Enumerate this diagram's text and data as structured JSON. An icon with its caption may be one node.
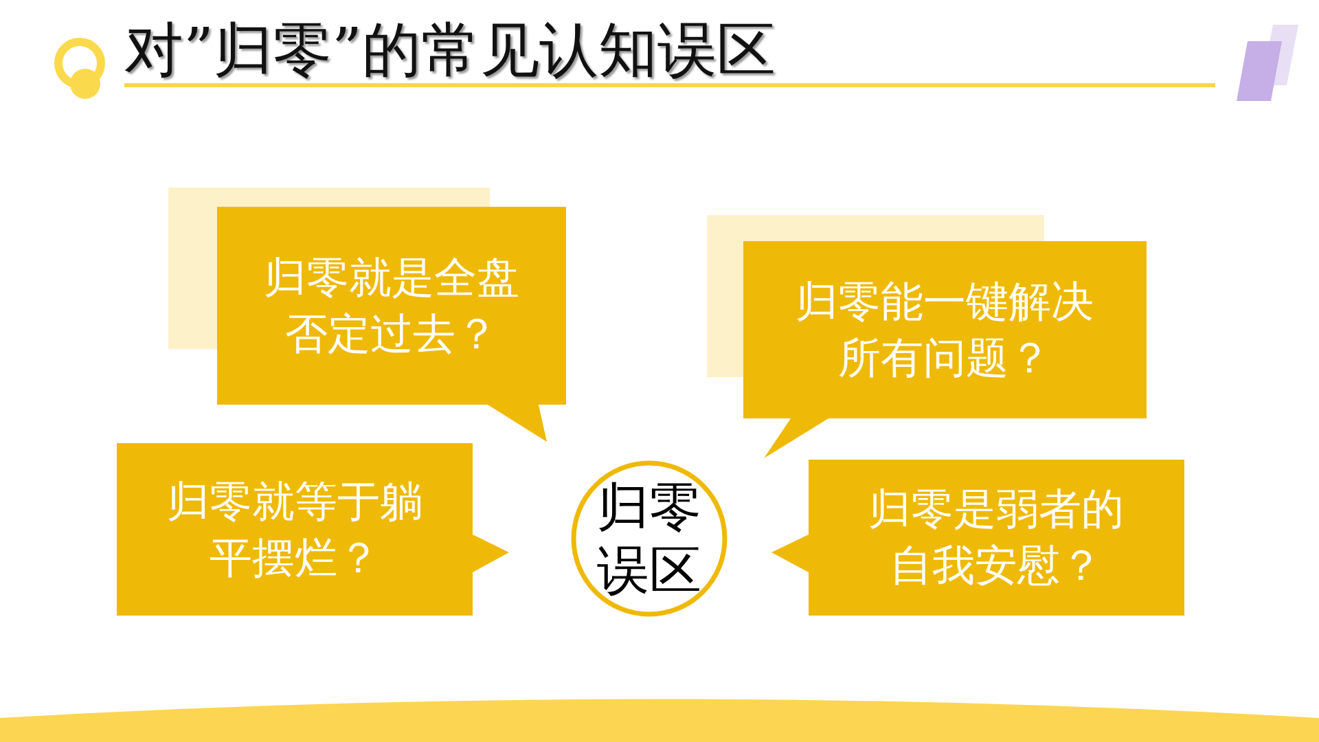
{
  "diagram": {
    "title": "对”归零”的常见认知误区",
    "nodes": [
      {
        "text": [
          "归零就是全盘否定过去？"
        ]
      },
      {
        "text": [
          "归零能一键解决所有问题？"
        ]
      },
      {
        "text": [
          "归零就等于躺平摆烂？"
        ]
      },
      {
        "text": [
          "归零误区"
        ]
      },
      {
        "text": [
          "归零是弱者的自我安慰？"
        ]
      }
    ]
  }
}
